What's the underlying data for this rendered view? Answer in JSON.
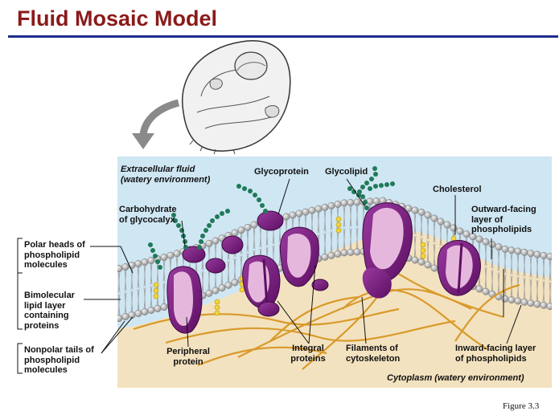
{
  "title": "Fluid Mosaic Model",
  "figure": "Figure 3.3",
  "regions": {
    "extracellular": "Extracellular fluid\n(watery environment)",
    "cytoplasm": "Cytoplasm (watery environment)"
  },
  "labels": {
    "glycoprotein": "Glycoprotein",
    "glycolipid": "Glycolipid",
    "cholesterol": "Cholesterol",
    "carbohydrate": "Carbohydrate\nof glycocalyx",
    "outward_layer": "Outward-facing\nlayer of\nphospholipids",
    "polar_heads": "Polar heads of\nphospholipid\nmolecules",
    "bimolecular": "Bimolecular\nlipid layer\ncontaining\nproteins",
    "nonpolar_tails": "Nonpolar tails of\nphospholipid\nmolecules",
    "peripheral": "Peripheral\nprotein",
    "integral": "Integral\nproteins",
    "filaments": "Filaments of\ncytoskeleton",
    "inward_layer": "Inward-facing layer\nof phospholipids"
  },
  "colors": {
    "title": "#8b1a1a",
    "rule": "#1d2c8c",
    "extracellular_bg": "#cfe6f3",
    "cytoplasm_bg": "#f3e2bf",
    "lipid_head": "#a9a9a9",
    "protein_purple": "#7a1f7f",
    "protein_pink": "#e6b7dd",
    "sugar_green": "#1f7a5a",
    "cholesterol": "#f2d43b",
    "filament": "#d99a2b"
  }
}
